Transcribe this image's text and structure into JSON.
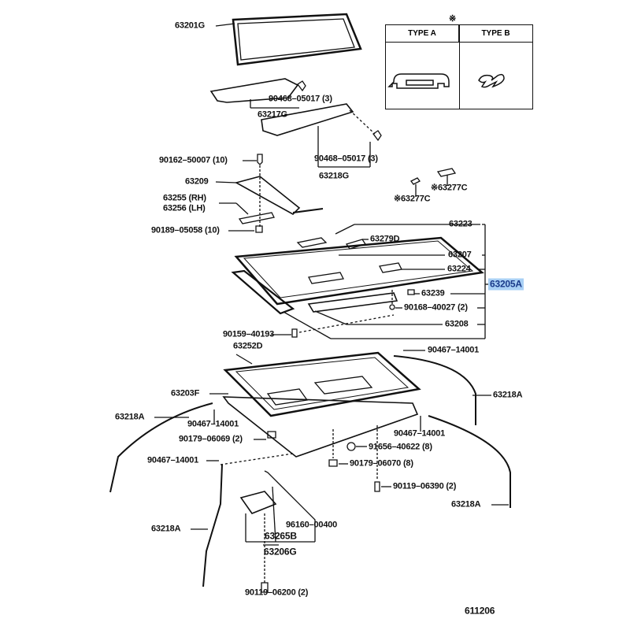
{
  "diagram": {
    "code": "611206",
    "highlight_color": "#a9d0f5",
    "legend": {
      "mark": "※",
      "type_a": "TYPE A",
      "type_b": "TYPE B"
    },
    "labels": {
      "l63201G": "63201G",
      "l90468a": "90468–05017 (3)",
      "l63217G": "63217G",
      "l90468b": "90468–05017 (3)",
      "l63218G": "63218G",
      "l90162": "90162–50007 (10)",
      "l63209": "63209",
      "l63255": "63255 (RH)",
      "l63256": "63256 (LH)",
      "l90189": "90189–05058 (10)",
      "l63277Ca": "※63277C",
      "l63277Cb": "※63277C",
      "l63223": "63223",
      "l63279D": "63279D",
      "l63207": "63207",
      "l63224": "63224",
      "l63205A": "63205A",
      "l63239": "63239",
      "l90168": "90168–40027 (2)",
      "l63208": "63208",
      "l90159": "90159–40193",
      "l63252D": "63252D",
      "l90467a": "90467–14001",
      "l63203F": "63203F",
      "l63218Aa": "63218A",
      "l63218Ab": "63218A",
      "l90467b": "90467–14001",
      "l90179a": "90179–06069 (2)",
      "l90467c": "90467–14001",
      "l91656": "91656–40622 (8)",
      "l90467d": "90467–14001",
      "l90179b": "90179–06070 (8)",
      "l90119a": "90119–06390 (2)",
      "l63218Ac": "63218A",
      "l63218Ad": "63218A",
      "l96160": "96160–00400",
      "l63265B": "63265B",
      "l63206G": "63206G",
      "l90119b": "90119–06200 (2)"
    }
  }
}
